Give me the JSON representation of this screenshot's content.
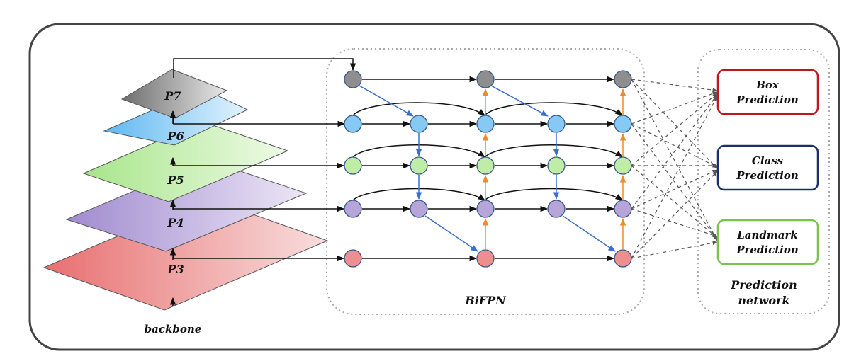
{
  "levels": [
    "P7",
    "P6",
    "P5",
    "P4",
    "P3"
  ],
  "backbone_label": "backbone",
  "bifpn_label": "BiFPN",
  "prediction_network_label": [
    "Prediction",
    "network"
  ],
  "heads": [
    {
      "lines": [
        "Box",
        "Prediction"
      ],
      "color": "#c0161c"
    },
    {
      "lines": [
        "Class",
        "Prediction"
      ],
      "color": "#1d2f6b"
    },
    {
      "lines": [
        "Landmark",
        "Prediction"
      ],
      "color": "#7dc24b"
    }
  ],
  "level_colors": {
    "P7": "#8e8e8e",
    "P6": "#87c9f5",
    "P5": "#bfeca6",
    "P4": "#b7a4d9",
    "P3": "#ee8f8f"
  },
  "edge_colors": {
    "lateral": "#111111",
    "top_down": "#3a6fd0",
    "bottom_up": "#ee8a2c"
  }
}
